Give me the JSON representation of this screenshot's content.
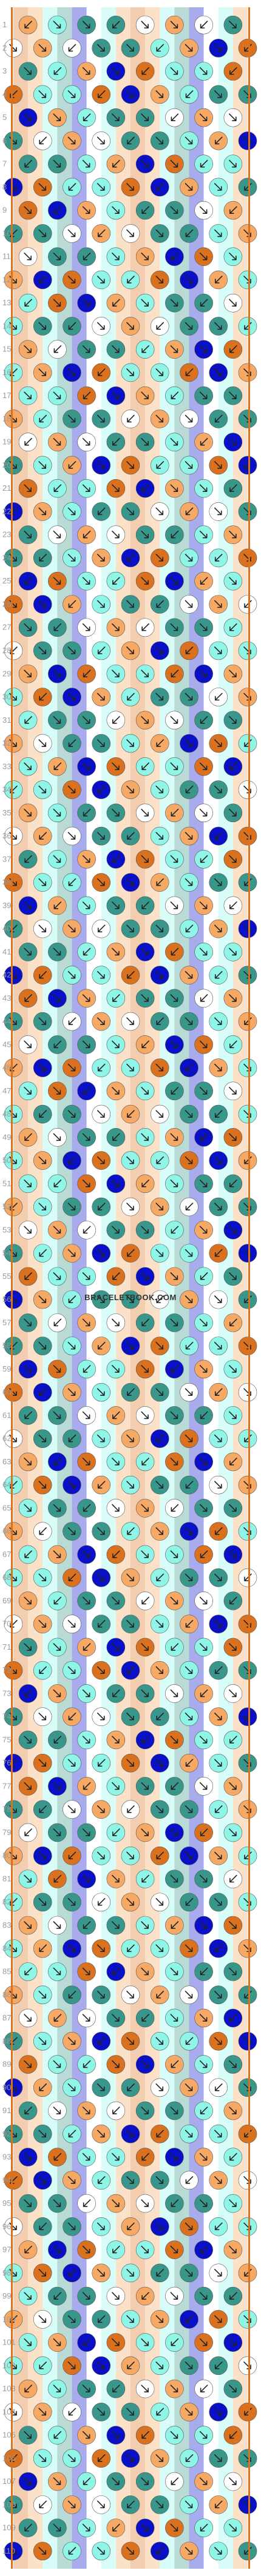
{
  "pattern": {
    "rows": 110,
    "knot_columns": 8,
    "row_labels_left": [
      "1",
      "2",
      "3",
      "4",
      "5",
      "6",
      "7",
      "8",
      "9",
      "10",
      "11",
      "12",
      "13",
      "14",
      "15",
      "16",
      "17",
      "18",
      "19",
      "20",
      "21",
      "22",
      "23",
      "24",
      "25",
      "26",
      "27",
      "28",
      "29",
      "30",
      "31",
      "32",
      "33",
      "34",
      "35",
      "36",
      "37",
      "38",
      "39",
      "40",
      "41",
      "42",
      "43",
      "44",
      "45",
      "46",
      "47",
      "48",
      "49",
      "50",
      "51",
      "52",
      "53",
      "54",
      "55",
      "56",
      "57",
      "58",
      "59",
      "60",
      "61",
      "62",
      "63",
      "64",
      "65",
      "66",
      "67",
      "68",
      "69",
      "70",
      "71",
      "72",
      "73",
      "74",
      "75",
      "76",
      "77",
      "78",
      "79",
      "80",
      "81",
      "82",
      "83",
      "84",
      "85",
      "86",
      "87",
      "88",
      "89",
      "90",
      "91",
      "92",
      "93",
      "94",
      "95",
      "96",
      "97",
      "98",
      "99",
      "100",
      "101",
      "102",
      "103",
      "104",
      "105",
      "106",
      "107",
      "108",
      "109",
      "110"
    ],
    "colors": {
      "dark_orange": "#D9711E",
      "light_orange": "#F6A865",
      "mint": "#8EF5E7",
      "teal": "#39968A",
      "blue": "#0A10C8",
      "white": "#FFFFFF"
    }
  },
  "watermark": "BRACELETBOOK.COM"
}
